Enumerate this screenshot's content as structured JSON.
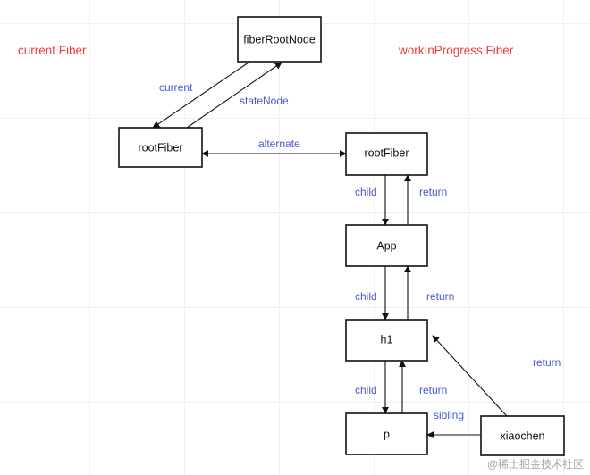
{
  "titles": {
    "current": "current Fiber",
    "work_in_progress": "workInProgress Fiber"
  },
  "nodes": {
    "fiber_root_node": "fiberRootNode",
    "current_root_fiber": "rootFiber",
    "wip_root_fiber": "rootFiber",
    "app": "App",
    "h1": "h1",
    "p": "p",
    "xiaochen": "xiaochen"
  },
  "edges": {
    "current": "current",
    "state_node": "stateNode",
    "alternate": "alternate",
    "root_child": "child",
    "root_return": "return",
    "app_child": "child",
    "app_return": "return",
    "h1_child": "child",
    "h1_return": "return",
    "xiaochen_sibling": "sibling",
    "xiaochen_return": "return"
  },
  "watermark": "@稀土掘金技术社区",
  "colors": {
    "title_red": "#ef3b3b",
    "edge_label_blue": "#4a56d6",
    "ink": "#111111"
  }
}
